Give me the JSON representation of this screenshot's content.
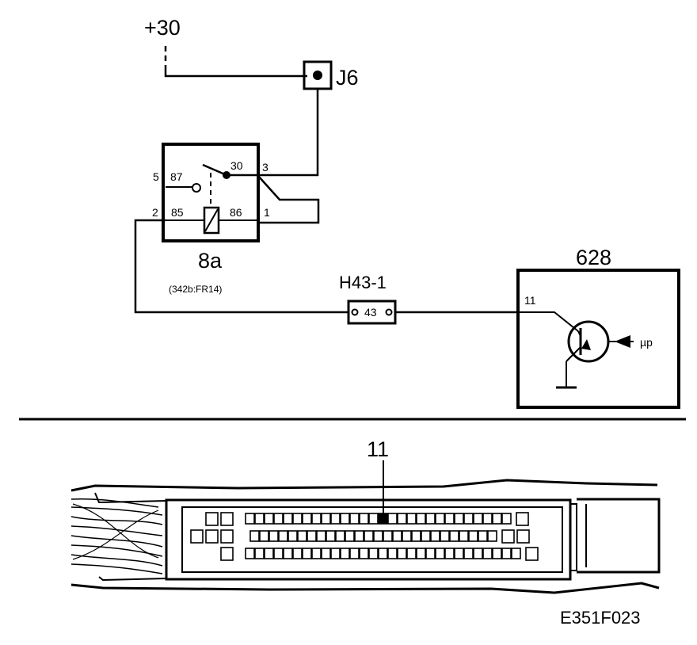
{
  "power": {
    "label": "+30"
  },
  "junction": {
    "label": "J6"
  },
  "relay": {
    "name": "8a",
    "ref": "(342b:FR14)",
    "pins": {
      "p5": "5",
      "p87": "87",
      "p30": "30",
      "p3": "3",
      "p2": "2",
      "p85": "85",
      "p86": "86",
      "p1": "1"
    }
  },
  "connector": {
    "name": "H43-1",
    "pin": "43"
  },
  "ecu": {
    "name": "628",
    "pin": "11",
    "mcu": "µp"
  },
  "harness": {
    "pin_callout": "11"
  },
  "figure_id": "E351F023",
  "connector_pins": {
    "row1": {
      "left_singles": 2,
      "main": 28,
      "right_singles": 1
    },
    "row2": {
      "left_singles": 3,
      "main": 26,
      "right_singles": 2
    },
    "row3": {
      "left_singles": 1,
      "main": 29,
      "right_singles": 1
    },
    "highlighted_row": 1,
    "highlighted_main_index": 14
  },
  "colors": {
    "ink": "#000000",
    "paper": "#ffffff"
  }
}
